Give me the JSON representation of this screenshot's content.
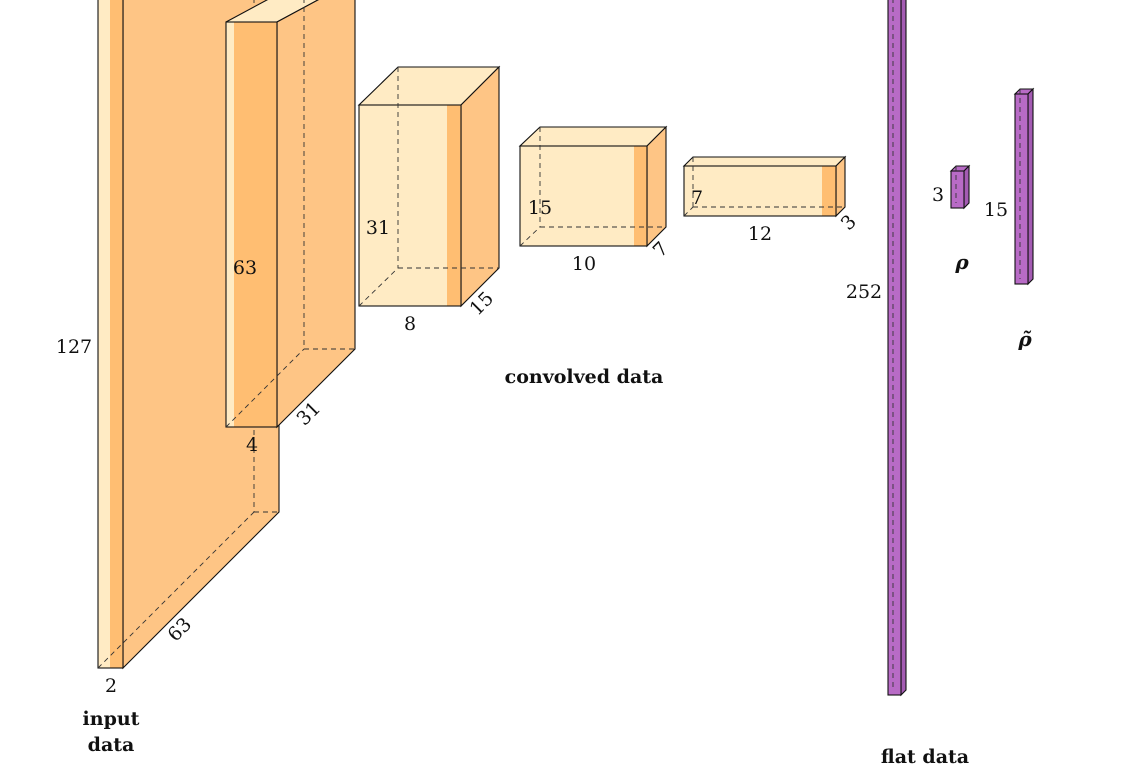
{
  "colors": {
    "light_orange": "#FFEBC4",
    "mid_orange": "#FFBE72",
    "side_orange": "#FEC585",
    "purple": "#B86BC6",
    "purple_side": "#A45BB3"
  },
  "captions": {
    "input": [
      "input",
      "data"
    ],
    "convolved": "convolved data",
    "flat": "flat data"
  },
  "layers": [
    {
      "name": "input",
      "dims": [
        "127",
        "2",
        "63"
      ]
    },
    {
      "name": "conv1",
      "dims": [
        "63",
        "4",
        "31"
      ]
    },
    {
      "name": "conv2",
      "dims": [
        "31",
        "8",
        "15"
      ]
    },
    {
      "name": "conv3",
      "dims": [
        "15",
        "10",
        "7"
      ]
    },
    {
      "name": "conv4",
      "dims": [
        "7",
        "12",
        "3"
      ]
    }
  ],
  "vectors": [
    {
      "name": "flat",
      "dim": "252"
    },
    {
      "name": "rho",
      "dim": "3",
      "symbol": "ρ"
    },
    {
      "name": "rho-tilde",
      "dim": "15",
      "symbol": "ρ̃"
    }
  ]
}
